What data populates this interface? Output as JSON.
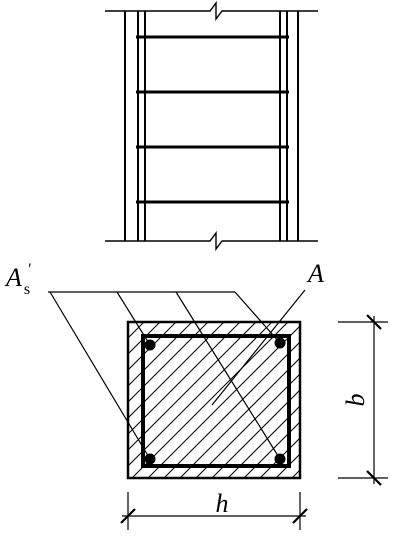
{
  "labels": {
    "compression_steel": "A",
    "compression_steel_prime": "′",
    "compression_steel_sub": "s",
    "section_area": "A",
    "width": "b",
    "depth": "h"
  }
}
